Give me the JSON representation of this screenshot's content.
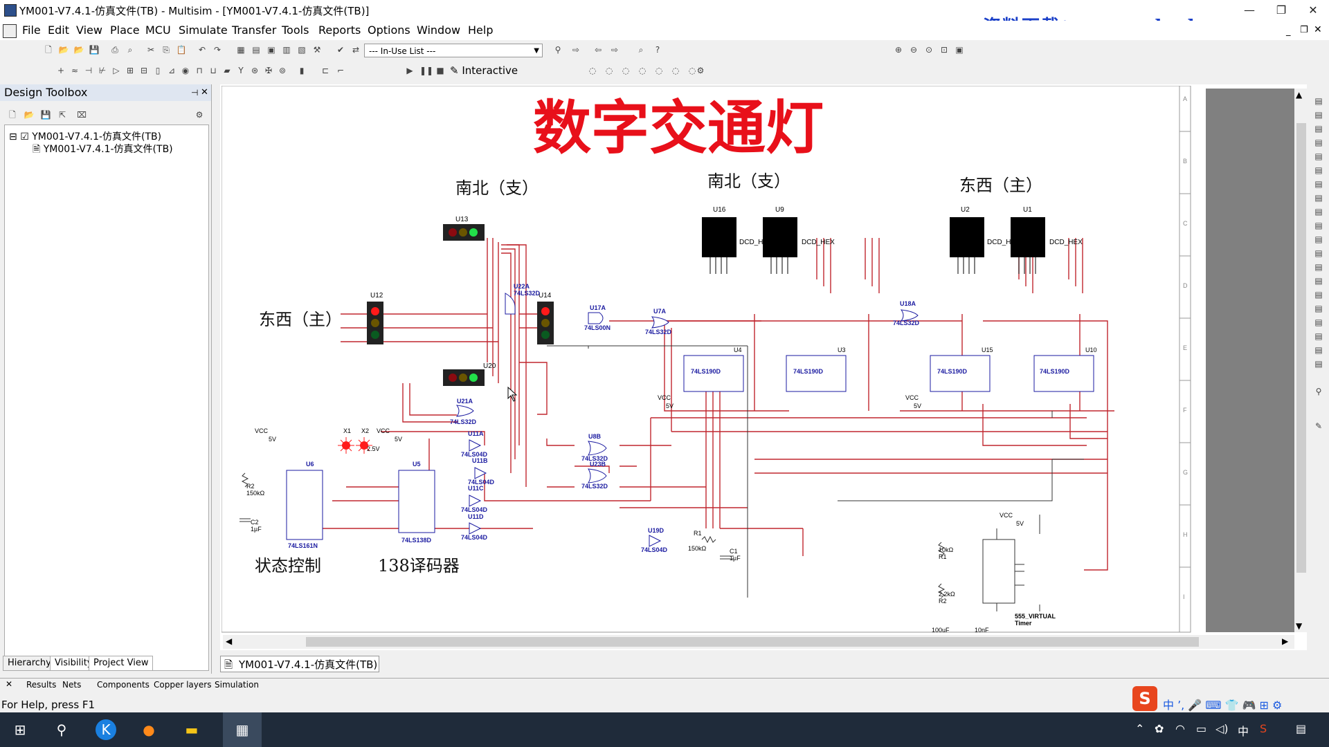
{
  "window": {
    "title": "YM001-V7.4.1-仿真文件(TB) - Multisim - [YM001-V7.4.1-仿真文件(TB)]",
    "watermark": "资料下载：www.edashare.com"
  },
  "menu": [
    "File",
    "Edit",
    "View",
    "Place",
    "MCU",
    "Simulate",
    "Transfer",
    "Tools",
    "Reports",
    "Options",
    "Window",
    "Help"
  ],
  "toolbar": {
    "in_use_list": "--- In-Use List ---",
    "interactive": "Interactive"
  },
  "toolbox": {
    "title": "Design Toolbox",
    "tree_root": "YM001-V7.4.1-仿真文件(TB)",
    "tree_child": "YM001-V7.4.1-仿真文件(TB)",
    "tabs": [
      "Hierarchy",
      "Visibility",
      "Project View"
    ]
  },
  "document_tab": "YM001-V7.4.1-仿真文件(TB)",
  "bottom_tabs": [
    "Results",
    "Nets",
    "Components",
    "Copper layers",
    "Simulation"
  ],
  "status": "For Help, press F1",
  "schematic": {
    "title": "数字交通灯",
    "label_ns_left": "南北（支）",
    "label_ew_left": "东西（主）",
    "label_ns_right": "南北（支）",
    "label_ew_right": "东西（主）",
    "state_control": "状态控制",
    "decoder": "138译码器",
    "border_letters": [
      "A",
      "B",
      "C",
      "D",
      "E",
      "F",
      "G",
      "H",
      "I"
    ],
    "parts": {
      "u13": "U13",
      "u12": "U12",
      "u14": "U14",
      "u20": "U20",
      "u22a": "U22A",
      "u22a_type": "74LS32D",
      "u17a": "U17A",
      "u17a_type": "74LS00N",
      "u7a": "U7A",
      "u7a_type": "74LS32D",
      "u21a": "U21A",
      "u21a_type": "74LS32D",
      "u18a": "U18A",
      "u18a_type": "74LS32D",
      "u16": "U16",
      "u9": "U9",
      "u2": "U2",
      "u1": "U1",
      "dcd_h": "DCD_H",
      "dcd_hex": "DCD_HEX",
      "u4": "U4",
      "u3": "U3",
      "u15": "U15",
      "u10": "U10",
      "counter": "74LS190D",
      "u6": "U6",
      "u6_type": "74LS161N",
      "u5": "U5",
      "u5_type": "74LS138D",
      "u11a": "U11A",
      "u11b": "U11B",
      "u11c": "U11C",
      "u11d": "U11D",
      "inv_type": "74LS04D",
      "u8b": "U8B",
      "u23b": "U23B",
      "or_type": "74LS32D",
      "u19d": "U19D",
      "x1": "X1",
      "x2": "X2",
      "x2_v": "2.5V",
      "vcc": "VCC",
      "v5": "5V",
      "r1": "R1",
      "r1_val": "150kΩ",
      "r2": "R2",
      "r2_val": "150kΩ",
      "c1": "C1",
      "c1_val": "1µF",
      "c2": "C2",
      "c2_val": "1µF",
      "timer_r1": "10kΩ",
      "timer_r2": "2.2kΩ",
      "timer_c1": "100uF",
      "timer_c2": "10nF",
      "timer": "555_VIRTUAL",
      "timer_sub": "Timer"
    }
  }
}
